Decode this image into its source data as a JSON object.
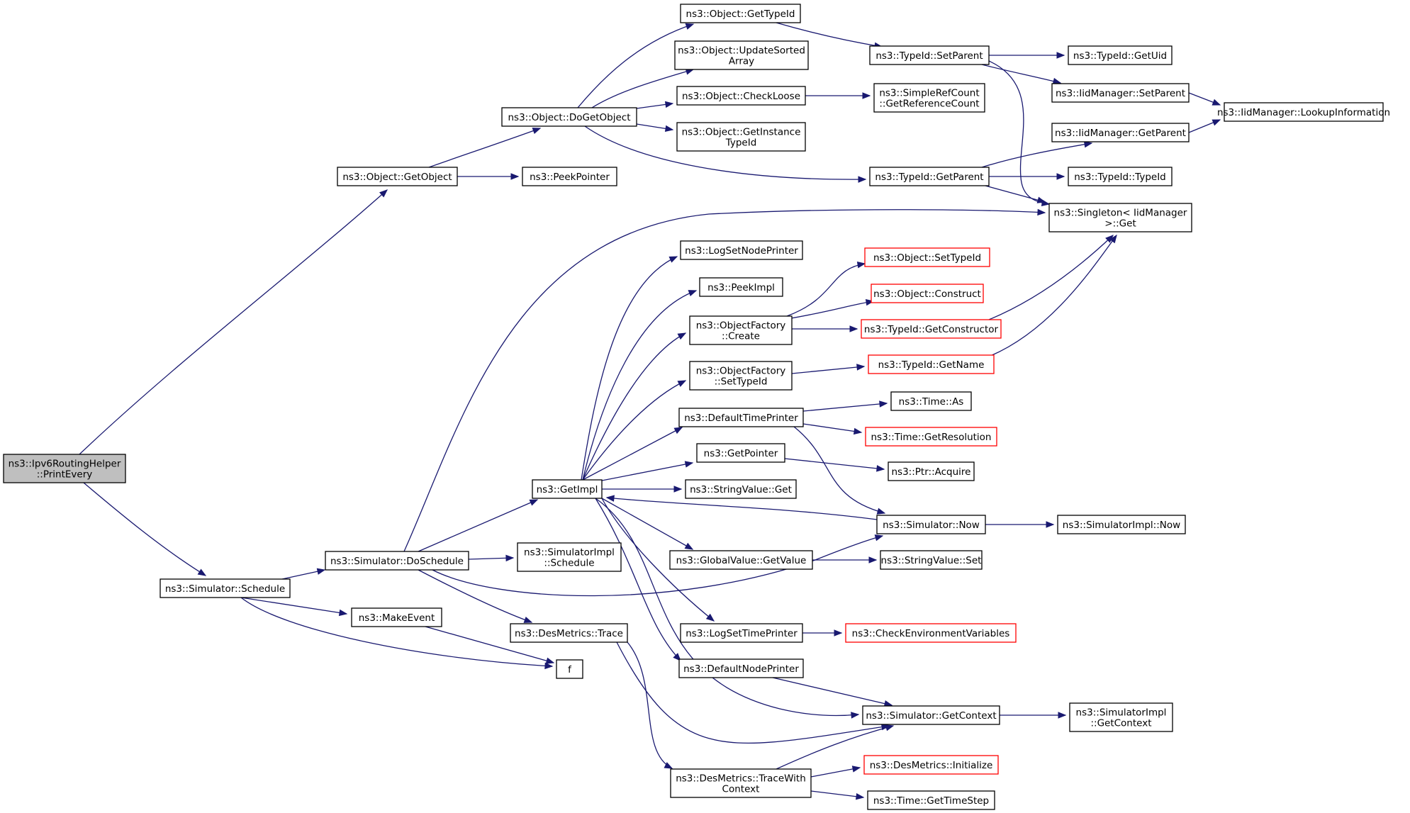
{
  "colors": {
    "edge": "#191970",
    "node_border": "#000000",
    "node_border_truncated": "#ff0000",
    "root_fill": "#bfbfbf",
    "node_fill": "#ffffff"
  },
  "nodes": [
    {
      "id": "print_every",
      "lines": [
        "ns3::Ipv6RoutingHelper",
        "::PrintEvery"
      ],
      "root": true
    },
    {
      "id": "get_object",
      "lines": [
        "ns3::Object::GetObject"
      ]
    },
    {
      "id": "sim_schedule",
      "lines": [
        "ns3::Simulator::Schedule"
      ]
    },
    {
      "id": "do_get_object",
      "lines": [
        "ns3::Object::DoGetObject"
      ]
    },
    {
      "id": "peek_pointer",
      "lines": [
        "ns3::PeekPointer"
      ]
    },
    {
      "id": "sim_do_schedule",
      "lines": [
        "ns3::Simulator::DoSchedule"
      ]
    },
    {
      "id": "make_event",
      "lines": [
        "ns3::MakeEvent"
      ]
    },
    {
      "id": "f",
      "lines": [
        "f"
      ]
    },
    {
      "id": "obj_get_type_id",
      "lines": [
        "ns3::Object::GetTypeId"
      ]
    },
    {
      "id": "obj_update_sorted",
      "lines": [
        "ns3::Object::UpdateSorted",
        "Array"
      ]
    },
    {
      "id": "obj_check_loose",
      "lines": [
        "ns3::Object::CheckLoose"
      ]
    },
    {
      "id": "obj_get_instance",
      "lines": [
        "ns3::Object::GetInstance",
        "TypeId"
      ]
    },
    {
      "id": "typeid_set_parent",
      "lines": [
        "ns3::TypeId::SetParent"
      ]
    },
    {
      "id": "simpleref_get_ref",
      "lines": [
        "ns3::SimpleRefCount",
        "::GetReferenceCount"
      ]
    },
    {
      "id": "typeid_get_parent",
      "lines": [
        "ns3::TypeId::GetParent"
      ]
    },
    {
      "id": "typeid_get_uid",
      "lines": [
        "ns3::TypeId::GetUid"
      ]
    },
    {
      "id": "iid_set_parent",
      "lines": [
        "ns3::IidManager::SetParent"
      ]
    },
    {
      "id": "iid_get_parent",
      "lines": [
        "ns3::IidManager::GetParent"
      ]
    },
    {
      "id": "iid_lookup",
      "lines": [
        "ns3::IidManager::LookupInformation"
      ]
    },
    {
      "id": "typeid_typeid",
      "lines": [
        "ns3::TypeId::TypeId"
      ]
    },
    {
      "id": "singleton_get",
      "lines": [
        "ns3::Singleton< IidManager",
        " >::Get"
      ]
    },
    {
      "id": "get_impl",
      "lines": [
        "ns3::GetImpl"
      ]
    },
    {
      "id": "log_set_node_printer",
      "lines": [
        "ns3::LogSetNodePrinter"
      ]
    },
    {
      "id": "peek_impl",
      "lines": [
        "ns3::PeekImpl"
      ]
    },
    {
      "id": "objfactory_create",
      "lines": [
        "ns3::ObjectFactory",
        "::Create"
      ]
    },
    {
      "id": "objfactory_settypeid",
      "lines": [
        "ns3::ObjectFactory",
        "::SetTypeId"
      ]
    },
    {
      "id": "default_time_printer",
      "lines": [
        "ns3::DefaultTimePrinter"
      ]
    },
    {
      "id": "get_pointer",
      "lines": [
        "ns3::GetPointer"
      ]
    },
    {
      "id": "stringvalue_get",
      "lines": [
        "ns3::StringValue::Get"
      ]
    },
    {
      "id": "globalvalue_getvalue",
      "lines": [
        "ns3::GlobalValue::GetValue"
      ]
    },
    {
      "id": "log_set_time_printer",
      "lines": [
        "ns3::LogSetTimePrinter"
      ]
    },
    {
      "id": "default_node_printer",
      "lines": [
        "ns3::DefaultNodePrinter"
      ]
    },
    {
      "id": "simimpl_schedule",
      "lines": [
        "ns3::SimulatorImpl",
        "::Schedule"
      ]
    },
    {
      "id": "desmetrics_trace",
      "lines": [
        "ns3::DesMetrics::Trace"
      ]
    },
    {
      "id": "desmetrics_tracewith",
      "lines": [
        "ns3::DesMetrics::TraceWith",
        "Context"
      ]
    },
    {
      "id": "obj_set_type_id",
      "lines": [
        "ns3::Object::SetTypeId"
      ],
      "truncated": true
    },
    {
      "id": "obj_construct",
      "lines": [
        "ns3::Object::Construct"
      ],
      "truncated": true
    },
    {
      "id": "typeid_get_constructor",
      "lines": [
        "ns3::TypeId::GetConstructor"
      ],
      "truncated": true
    },
    {
      "id": "typeid_get_name",
      "lines": [
        "ns3::TypeId::GetName"
      ],
      "truncated": true
    },
    {
      "id": "time_as",
      "lines": [
        "ns3::Time::As"
      ]
    },
    {
      "id": "time_get_resolution",
      "lines": [
        "ns3::Time::GetResolution"
      ],
      "truncated": true
    },
    {
      "id": "ptr_acquire",
      "lines": [
        "ns3::Ptr::Acquire"
      ]
    },
    {
      "id": "sim_now",
      "lines": [
        "ns3::Simulator::Now"
      ]
    },
    {
      "id": "stringvalue_set",
      "lines": [
        "ns3::StringValue::Set"
      ]
    },
    {
      "id": "check_env_vars",
      "lines": [
        "ns3::CheckEnvironmentVariables"
      ],
      "truncated": true
    },
    {
      "id": "sim_get_context",
      "lines": [
        "ns3::Simulator::GetContext"
      ]
    },
    {
      "id": "desmetrics_initialize",
      "lines": [
        "ns3::DesMetrics::Initialize"
      ],
      "truncated": true
    },
    {
      "id": "time_get_timestep",
      "lines": [
        "ns3::Time::GetTimeStep"
      ]
    },
    {
      "id": "simimpl_now",
      "lines": [
        "ns3::SimulatorImpl::Now"
      ]
    },
    {
      "id": "simimpl_get_context",
      "lines": [
        "ns3::SimulatorImpl",
        "::GetContext"
      ]
    }
  ],
  "edges": [
    [
      "print_every",
      "get_object"
    ],
    [
      "print_every",
      "sim_schedule"
    ],
    [
      "get_object",
      "do_get_object"
    ],
    [
      "get_object",
      "peek_pointer"
    ],
    [
      "do_get_object",
      "obj_get_type_id"
    ],
    [
      "do_get_object",
      "obj_update_sorted"
    ],
    [
      "do_get_object",
      "obj_check_loose"
    ],
    [
      "do_get_object",
      "obj_get_instance"
    ],
    [
      "do_get_object",
      "typeid_get_parent"
    ],
    [
      "obj_get_type_id",
      "typeid_set_parent"
    ],
    [
      "obj_check_loose",
      "simpleref_get_ref"
    ],
    [
      "typeid_set_parent",
      "typeid_get_uid"
    ],
    [
      "typeid_set_parent",
      "iid_set_parent"
    ],
    [
      "typeid_set_parent",
      "singleton_get"
    ],
    [
      "iid_set_parent",
      "iid_lookup"
    ],
    [
      "iid_get_parent",
      "iid_lookup"
    ],
    [
      "typeid_get_parent",
      "iid_get_parent"
    ],
    [
      "typeid_get_parent",
      "typeid_typeid"
    ],
    [
      "typeid_get_parent",
      "singleton_get"
    ],
    [
      "sim_schedule",
      "sim_do_schedule"
    ],
    [
      "sim_schedule",
      "make_event"
    ],
    [
      "sim_schedule",
      "f"
    ],
    [
      "make_event",
      "f"
    ],
    [
      "sim_do_schedule",
      "singleton_get"
    ],
    [
      "sim_do_schedule",
      "get_impl"
    ],
    [
      "sim_do_schedule",
      "simimpl_schedule"
    ],
    [
      "sim_do_schedule",
      "sim_now"
    ],
    [
      "sim_do_schedule",
      "desmetrics_trace"
    ],
    [
      "get_impl",
      "log_set_node_printer"
    ],
    [
      "get_impl",
      "peek_impl"
    ],
    [
      "get_impl",
      "objfactory_create"
    ],
    [
      "get_impl",
      "objfactory_settypeid"
    ],
    [
      "get_impl",
      "default_time_printer"
    ],
    [
      "get_impl",
      "get_pointer"
    ],
    [
      "get_impl",
      "stringvalue_get"
    ],
    [
      "get_impl",
      "globalvalue_getvalue"
    ],
    [
      "get_impl",
      "log_set_time_printer"
    ],
    [
      "get_impl",
      "default_node_printer"
    ],
    [
      "get_impl",
      "sim_get_context"
    ],
    [
      "objfactory_create",
      "obj_set_type_id"
    ],
    [
      "objfactory_create",
      "obj_construct"
    ],
    [
      "objfactory_create",
      "typeid_get_constructor"
    ],
    [
      "objfactory_settypeid",
      "typeid_get_name"
    ],
    [
      "typeid_get_constructor",
      "singleton_get"
    ],
    [
      "typeid_get_name",
      "singleton_get"
    ],
    [
      "default_time_printer",
      "time_as"
    ],
    [
      "default_time_printer",
      "time_get_resolution"
    ],
    [
      "default_time_printer",
      "sim_now"
    ],
    [
      "get_pointer",
      "ptr_acquire"
    ],
    [
      "globalvalue_getvalue",
      "stringvalue_set"
    ],
    [
      "log_set_time_printer",
      "check_env_vars"
    ],
    [
      "default_node_printer",
      "sim_get_context"
    ],
    [
      "sim_now",
      "get_impl"
    ],
    [
      "sim_now",
      "simimpl_now"
    ],
    [
      "sim_get_context",
      "simimpl_get_context"
    ],
    [
      "desmetrics_trace",
      "sim_get_context"
    ],
    [
      "desmetrics_trace",
      "desmetrics_tracewith"
    ],
    [
      "desmetrics_tracewith",
      "sim_get_context"
    ],
    [
      "desmetrics_tracewith",
      "desmetrics_initialize"
    ],
    [
      "desmetrics_tracewith",
      "time_get_timestep"
    ]
  ]
}
